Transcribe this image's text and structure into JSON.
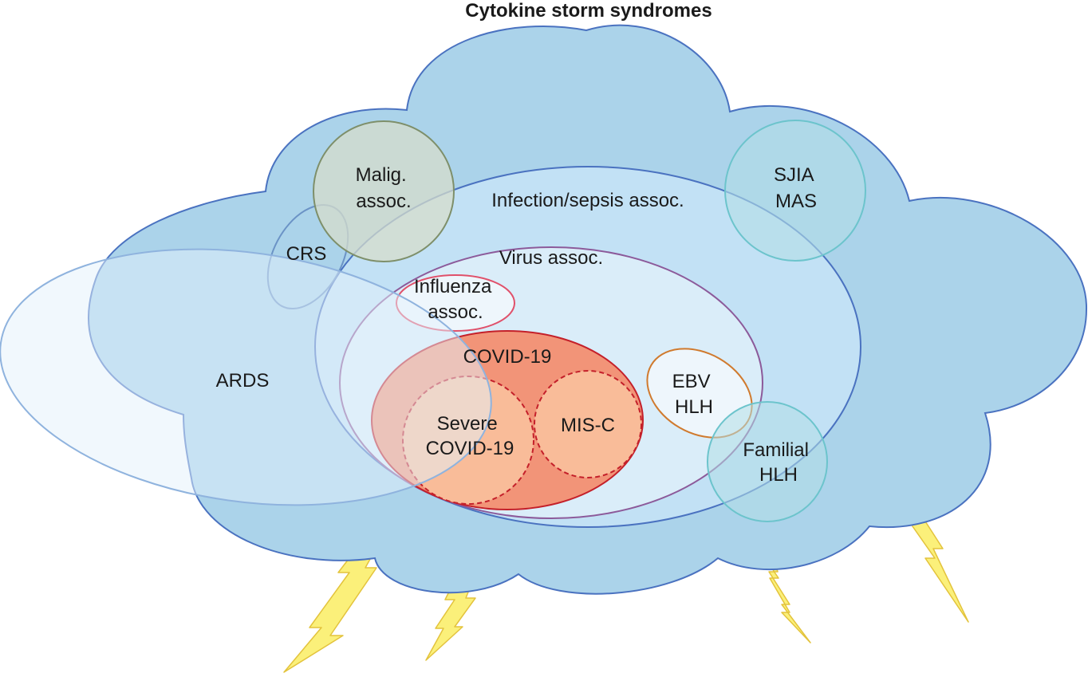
{
  "title": "Cytokine storm syndromes",
  "labels": {
    "malig": [
      "Malig.",
      "assoc."
    ],
    "sjia": [
      "SJIA",
      "MAS"
    ],
    "infection": "Infection/sepsis assoc.",
    "crs": "CRS",
    "virus": "Virus assoc.",
    "influenza": [
      "Influenza",
      "assoc."
    ],
    "ards": "ARDS",
    "covid": "COVID-19",
    "severe_covid": [
      "Severe",
      "COVID-19"
    ],
    "misc": "MIS-C",
    "ebv": [
      "EBV",
      "HLH"
    ],
    "familial": [
      "Familial",
      "HLH"
    ]
  },
  "colors": {
    "cloud_fill": "#abd3ea",
    "cloud_stroke": "#4a72c0",
    "infection_fill": "#c5e3f7",
    "virus_fill": "#ddeefa",
    "covid_fill": "#f29478",
    "covid_stroke": "#c4202a",
    "covid_text": "#c4202a",
    "inner_fill": "#f9bc99",
    "ards_fill": "#e3f1fb",
    "malig_fill": "#d6dccb",
    "sjia_fill": "#b3dee6",
    "lightning_fill": "#fbf07a",
    "lightning_stroke": "#e3c33c",
    "severe_text": "#8a8a8a"
  }
}
